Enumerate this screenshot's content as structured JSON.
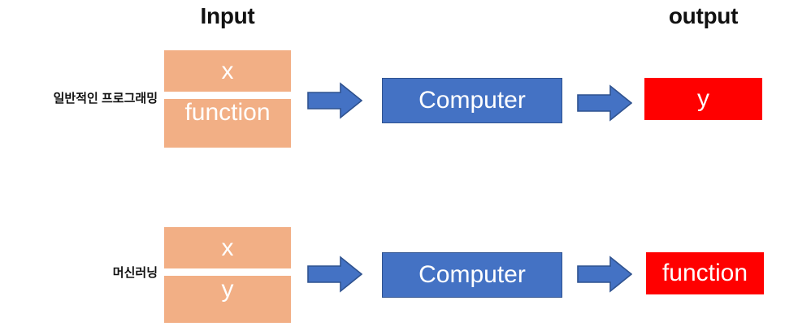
{
  "diagram": {
    "title_not_shown": "",
    "colors": {
      "input_box": "#F2AF85",
      "process_box": "#4472C4",
      "process_box_border": "#2F528F",
      "output_box": "#FF0000",
      "arrow_fill": "#4472C4",
      "arrow_stroke": "#2F528F",
      "text_on_box": "#FFFFFF",
      "heading_text": "#111111",
      "background": "#FFFFFF"
    },
    "headers": {
      "input": "Input",
      "output": "output"
    },
    "rows": [
      {
        "label": "일반적인 프로그래밍",
        "inputs": [
          "x",
          "function"
        ],
        "process": "Computer",
        "output": "y"
      },
      {
        "label": "머신러닝",
        "inputs": [
          "x",
          "y"
        ],
        "process": "Computer",
        "output": "function"
      }
    ],
    "icons": {
      "arrow": "right-arrow-icon"
    }
  }
}
